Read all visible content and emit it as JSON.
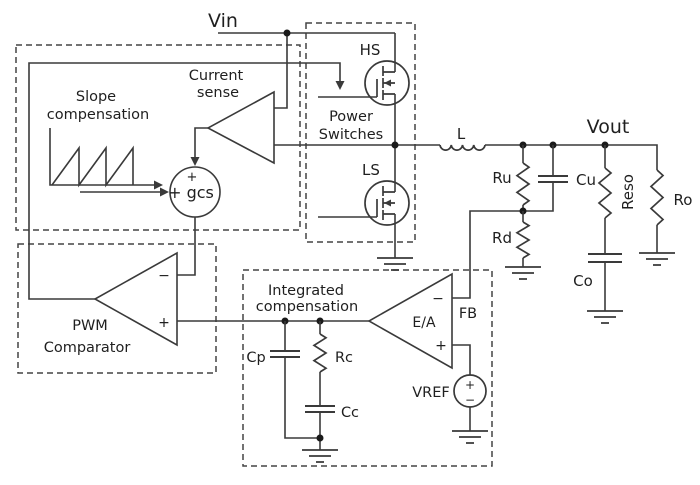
{
  "colors": {
    "line": "#3a3a3a",
    "text": "#1f1f1f",
    "background": "#ffffff"
  },
  "nodes": {
    "vin": "Vin",
    "vout": "Vout",
    "fb": "FB",
    "inductor": "L"
  },
  "control_loop": {
    "slope_compensation": {
      "line1": "Slope",
      "line2": "compensation"
    },
    "current_sense": {
      "line1": "Current",
      "line2": "sense"
    },
    "summing_node": {
      "plus_top": "+",
      "label": "+ gcs"
    }
  },
  "power_switches": {
    "box_line1": "Power",
    "box_line2": "Switches",
    "high_side": "HS",
    "low_side": "LS"
  },
  "pwm_comparator": {
    "line1": "PWM",
    "line2": "Comparator",
    "minus": "−",
    "plus": "+"
  },
  "compensation": {
    "line1": "Integrated",
    "line2": "compensation",
    "cp": "Cp",
    "rc": "Rc",
    "cc": "Cc"
  },
  "error_amp": {
    "label": "E/A",
    "minus": "−",
    "plus": "+",
    "vref": "VREF",
    "vref_plus": "+",
    "vref_minus": "−"
  },
  "output_network": {
    "ru": "Ru",
    "rd": "Rd",
    "cu": "Cu",
    "reso": "Reso",
    "co": "Co",
    "ro": "Ro"
  }
}
